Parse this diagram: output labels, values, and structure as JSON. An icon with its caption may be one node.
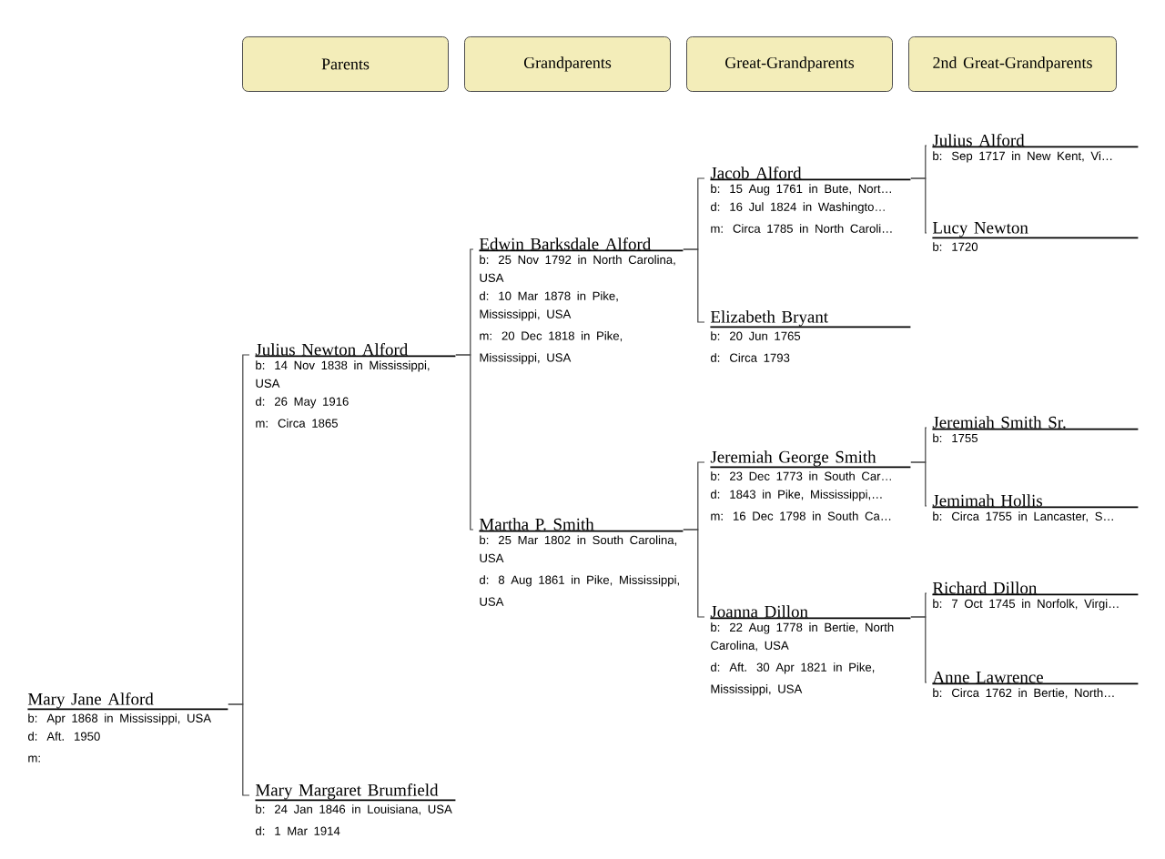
{
  "diagram": {
    "nodes": [
      {
        "text": [
          "Parents"
        ]
      },
      {
        "text": [
          "Grandparents"
        ]
      },
      {
        "text": [
          "Great-Grandparents"
        ]
      },
      {
        "text": [
          "2nd Great-Grandparents"
        ]
      },
      {
        "text": [
          "Mary Jane Alford",
          "b: Apr 1868 in Mississippi, USA",
          "d: Aft. 1950",
          "m:"
        ]
      },
      {
        "text": [
          "Julius Newton Alford",
          "b: 14 Nov 1838 in Mississippi, USA",
          "d: 26 May 1916",
          "m: Circa 1865"
        ]
      },
      {
        "text": [
          "Mary Margaret Brumfield",
          "b: 24 Jan 1846 in Louisiana, USA",
          "d: 1 Mar 1914"
        ]
      },
      {
        "text": [
          "Edwin Barksdale Alford",
          "b: 25 Nov 1792 in North Carolina, USA",
          "d: 10 Mar 1878 in Pike, Mississippi, USA",
          "m: 20 Dec 1818 in Pike, Mississippi, USA"
        ]
      },
      {
        "text": [
          "Martha P. Smith",
          "b: 25 Mar 1802 in South Carolina, USA",
          "d: 8 Aug 1861 in Pike, Mississippi, USA"
        ]
      },
      {
        "text": [
          "Jacob Alford",
          "b: 15 Aug 1761 in Bute, Nort…",
          "d: 16 Jul 1824 in Washingto…",
          "m: Circa 1785 in North Caroli…"
        ]
      },
      {
        "text": [
          "Elizabeth Bryant",
          "b: 20 Jun 1765",
          "d: Circa 1793"
        ]
      },
      {
        "text": [
          "Jeremiah George Smith",
          "b: 23 Dec 1773 in South Car…",
          "d: 1843 in Pike, Mississippi,…",
          "m: 16 Dec 1798 in South Ca…"
        ]
      },
      {
        "text": [
          "Joanna Dillon",
          "b: 22 Aug 1778 in Bertie, North Carolina, USA",
          "d: Aft. 30 Apr 1821 in Pike, Mississippi, USA"
        ]
      },
      {
        "text": [
          "Julius Alford",
          "b: Sep 1717 in New Kent, Vi…"
        ]
      },
      {
        "text": [
          "Lucy Newton",
          "b: 1720"
        ]
      },
      {
        "text": [
          "Jeremiah Smith Sr.",
          "b: 1755"
        ]
      },
      {
        "text": [
          "Jemimah Hollis",
          "b: Circa 1755 in Lancaster, S…"
        ]
      },
      {
        "text": [
          "Richard Dillon",
          "b: 7 Oct 1745 in Norfolk, Virgi…"
        ]
      },
      {
        "text": [
          "Anne Lawrence",
          "b: Circa 1762 in Bertie, North…"
        ]
      }
    ],
    "edges": [
      {
        "from": 4,
        "to": 5,
        "arrow": "none"
      },
      {
        "from": 4,
        "to": 6,
        "arrow": "none"
      },
      {
        "from": 5,
        "to": 7,
        "arrow": "none"
      },
      {
        "from": 5,
        "to": 8,
        "arrow": "none"
      },
      {
        "from": 7,
        "to": 9,
        "arrow": "none"
      },
      {
        "from": 7,
        "to": 10,
        "arrow": "none"
      },
      {
        "from": 8,
        "to": 11,
        "arrow": "none"
      },
      {
        "from": 8,
        "to": 12,
        "arrow": "none"
      },
      {
        "from": 9,
        "to": 13,
        "arrow": "none"
      },
      {
        "from": 9,
        "to": 14,
        "arrow": "none"
      },
      {
        "from": 11,
        "to": 15,
        "arrow": "none"
      },
      {
        "from": 11,
        "to": 16,
        "arrow": "none"
      },
      {
        "from": 12,
        "to": 17,
        "arrow": "none"
      },
      {
        "from": 12,
        "to": 18,
        "arrow": "none"
      }
    ]
  }
}
